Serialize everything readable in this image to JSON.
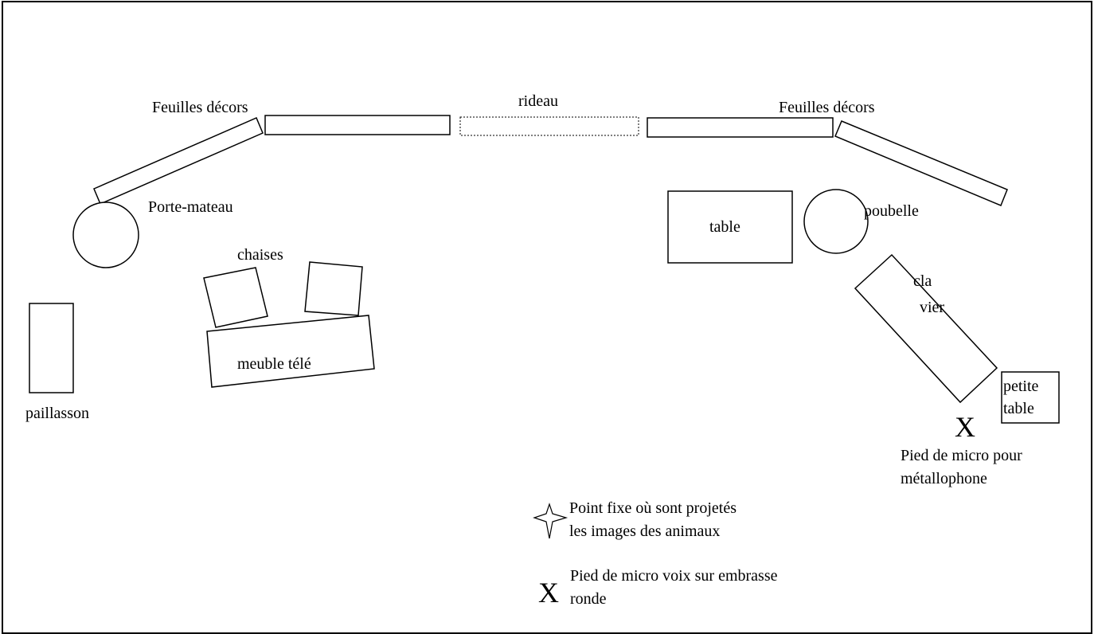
{
  "colors": {
    "stroke": "#000000",
    "background": "#ffffff"
  },
  "labels": {
    "feuilles_decors_left": "Feuilles décors",
    "rideau": "rideau",
    "feuilles_decors_right": "Feuilles décors",
    "porte_mateau": "Porte-mateau",
    "chaises": "chaises",
    "meuble_tele": "meuble télé",
    "paillasson": "paillasson",
    "table": "table",
    "poubelle": "poubelle",
    "clavier_line1": "cla",
    "clavier_line2": "vier",
    "petite_table_line1": "petite",
    "petite_table_line2": "table",
    "pied_metallophone_line1": "Pied de micro pour",
    "pied_metallophone_line2": "métallophone"
  },
  "legend": {
    "fixed_point_icon": "four-point-star-icon",
    "fixed_point_line1": "Point fixe où sont projetés",
    "fixed_point_line2": "les images des animaux",
    "mic_stand_symbol": "X",
    "mic_stand_line1": "Pied de micro voix sur embrasse",
    "mic_stand_line2": "ronde"
  },
  "markers": {
    "metallophone_mic_symbol": "X"
  }
}
